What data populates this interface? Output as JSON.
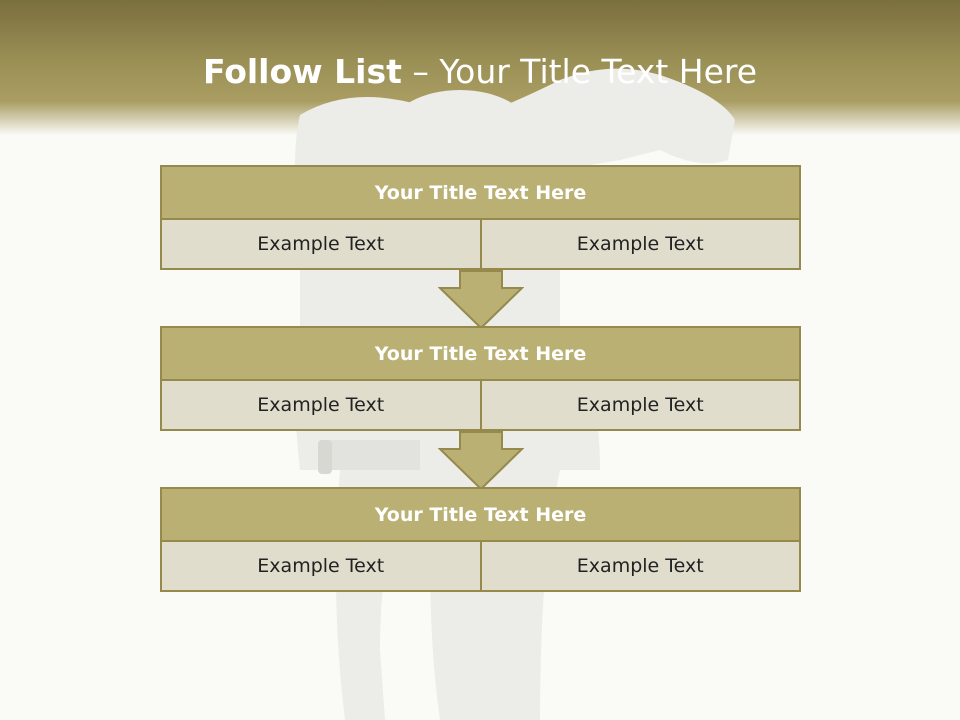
{
  "slide": {
    "title_bold": "Follow List",
    "title_rest": " – Your Title Text Here"
  },
  "colors": {
    "header_band": "#9a8f55",
    "block_title_fill": "#bbb074",
    "block_cell_fill": "#e1ddcd",
    "border": "#958a4c",
    "arrow_fill": "#bbb074"
  },
  "steps": [
    {
      "title": "Your Title Text Here",
      "left": "Example Text",
      "right": "Example Text"
    },
    {
      "title": "Your Title Text Here",
      "left": "Example Text",
      "right": "Example Text"
    },
    {
      "title": "Your Title Text Here",
      "left": "Example Text",
      "right": "Example Text"
    }
  ]
}
